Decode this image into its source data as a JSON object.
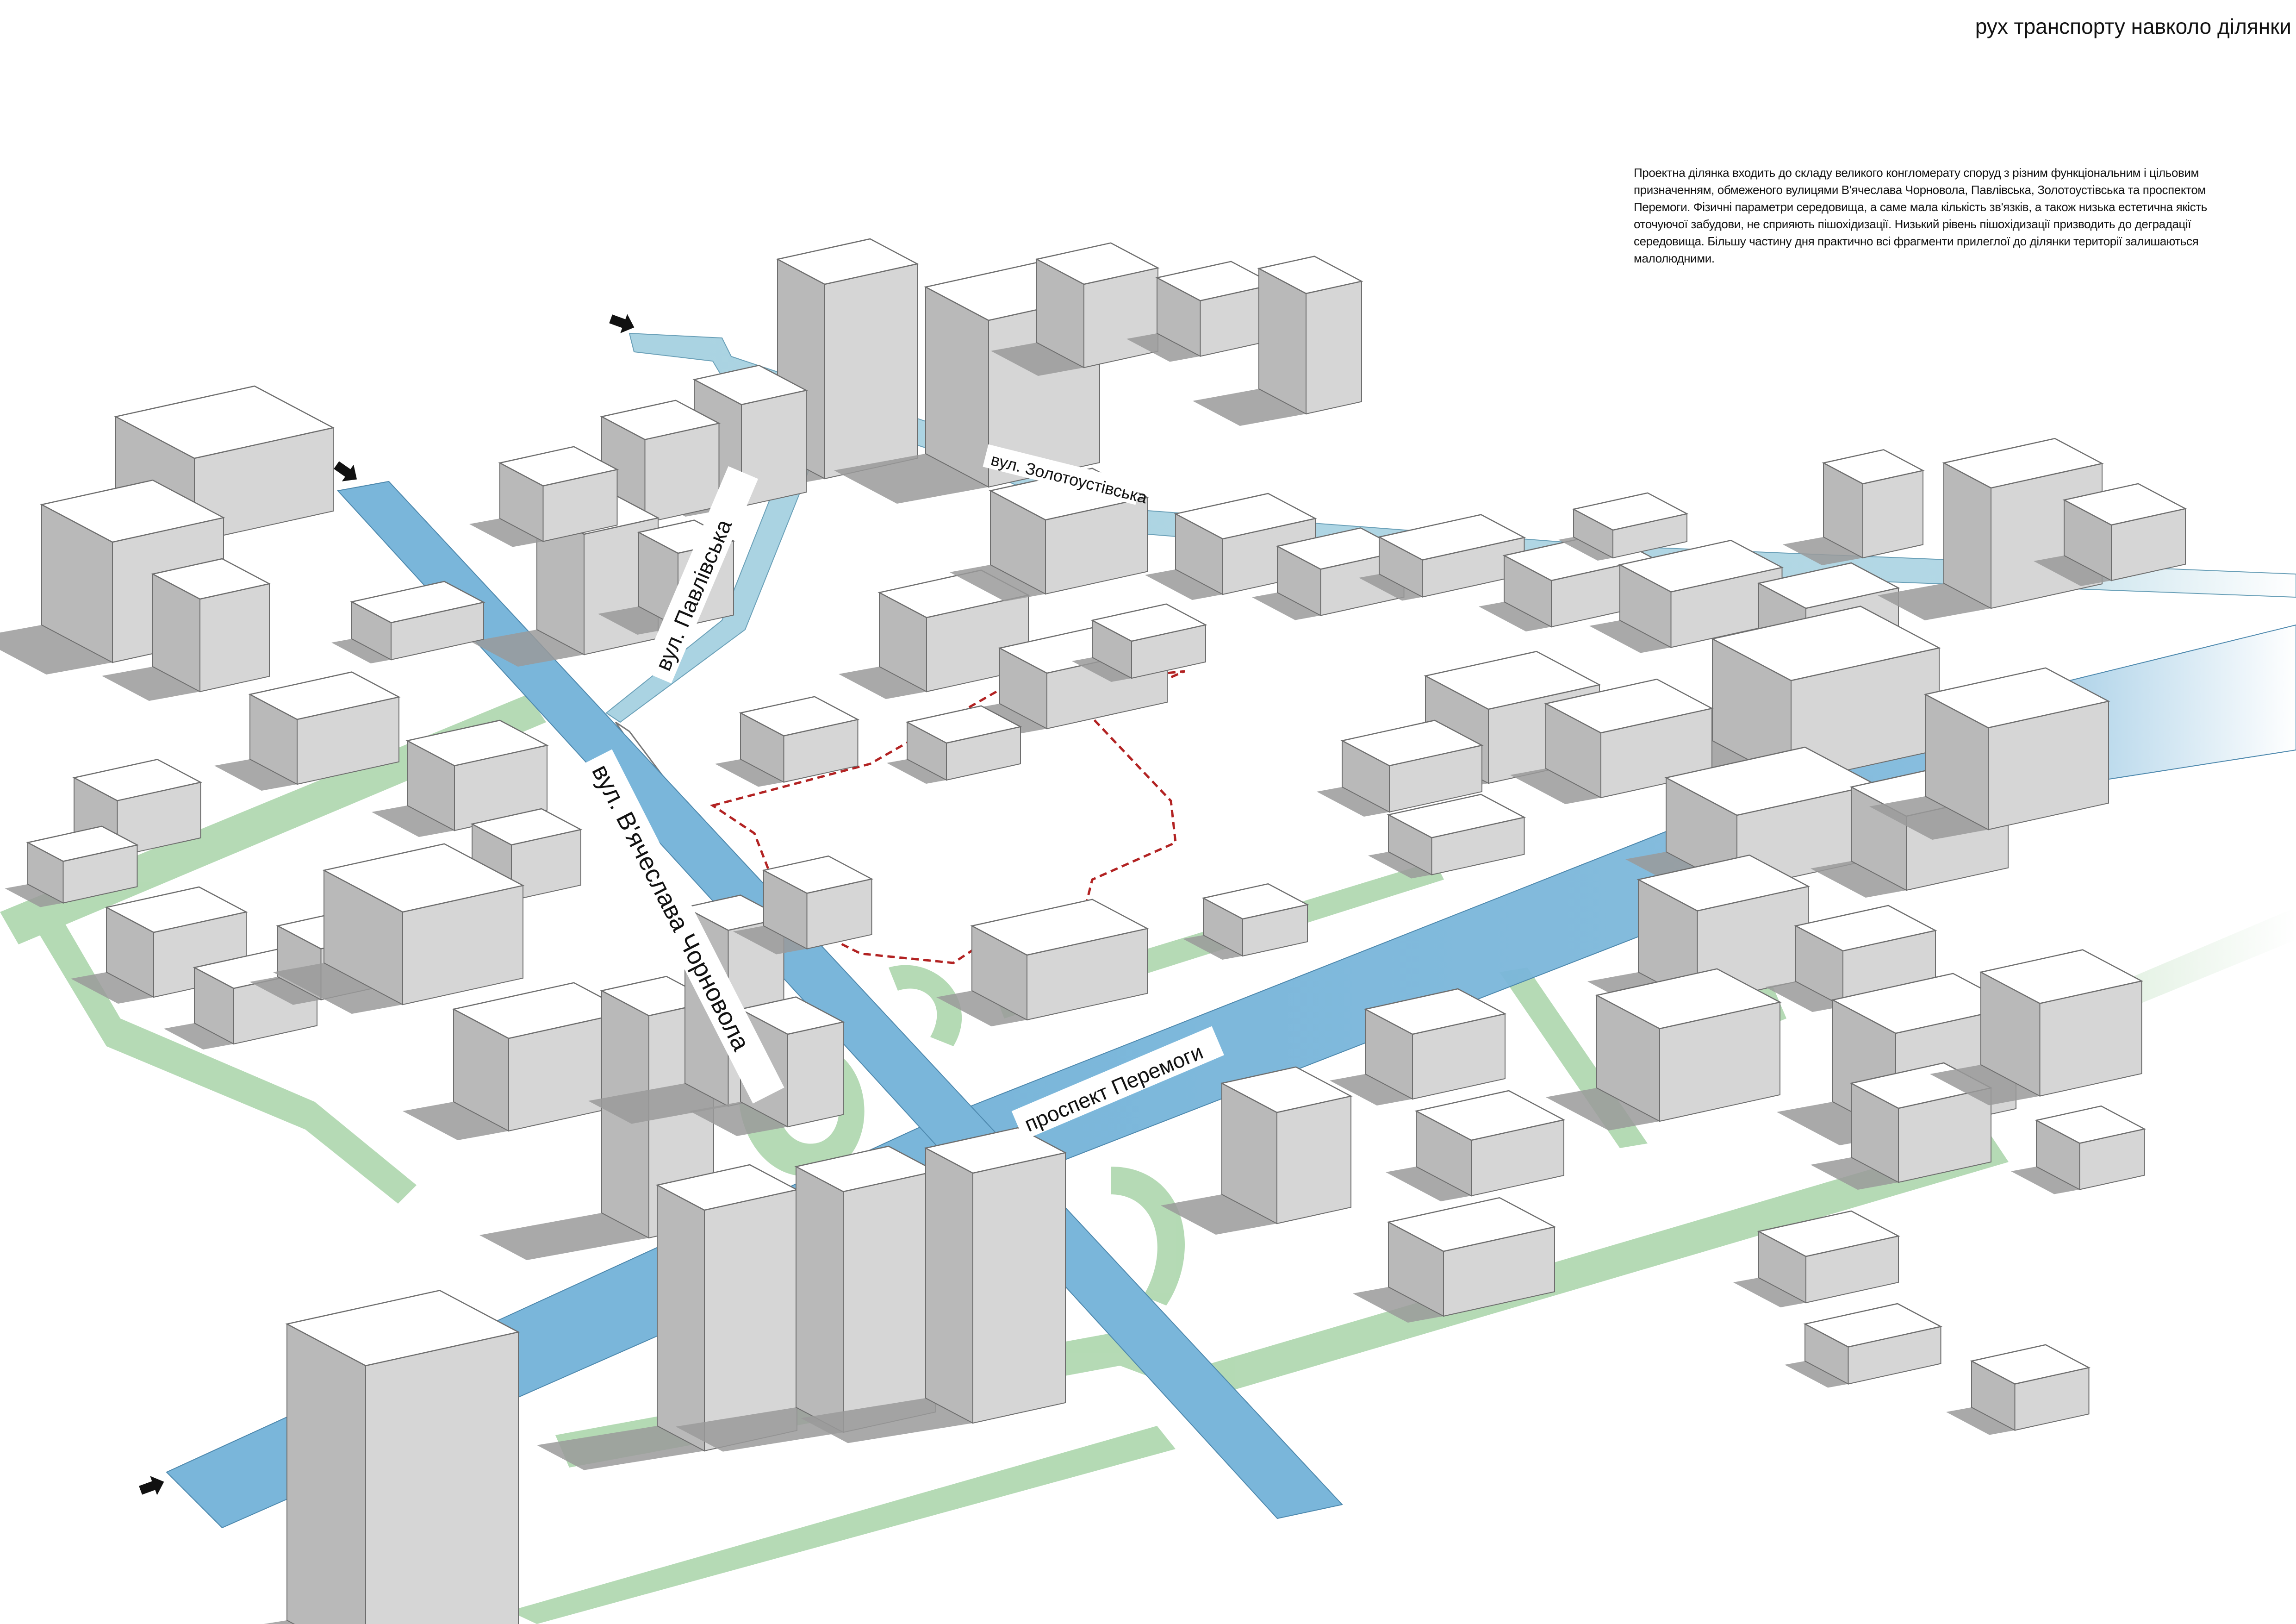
{
  "header": {
    "title": "рух транспорту навколо ділянки"
  },
  "description": {
    "text": "Проектна ділянка входить до складу великого конгломерату споруд з різним функціональним і цільовим призначенням, обмеженого вулицями В'ячеслава Чорновола, Павлівська, Золотоустівська та проспектом Перемоги. Фізичні параметри середовища, а саме мала кількість зв'язків, а також низька естетична якість оточуючої забудови, не сприяють пішохідизації. Низький рівень пішохідизації призводить до деградації середовища. Більшу частину дня практично всі фрагменти прилеглої до ділянки території залишаються малолюдними."
  },
  "streets": {
    "chornovola": "вул. В'ячеслава Чорновола",
    "pavlivska": "вул. Павлівська",
    "zolotoustivska": "вул. Золотоустівська",
    "peremohy": "проспект Перемоги"
  },
  "colors": {
    "main_road": "#7ab6da",
    "secondary_road": "#aad3e2",
    "green_path": "#a8d4a8",
    "building_top": "#ffffff",
    "building_shadow": "#9a9a9a",
    "site_boundary": "#b22222"
  },
  "icons": {
    "entry_arrow": "arrow-right-icon"
  }
}
